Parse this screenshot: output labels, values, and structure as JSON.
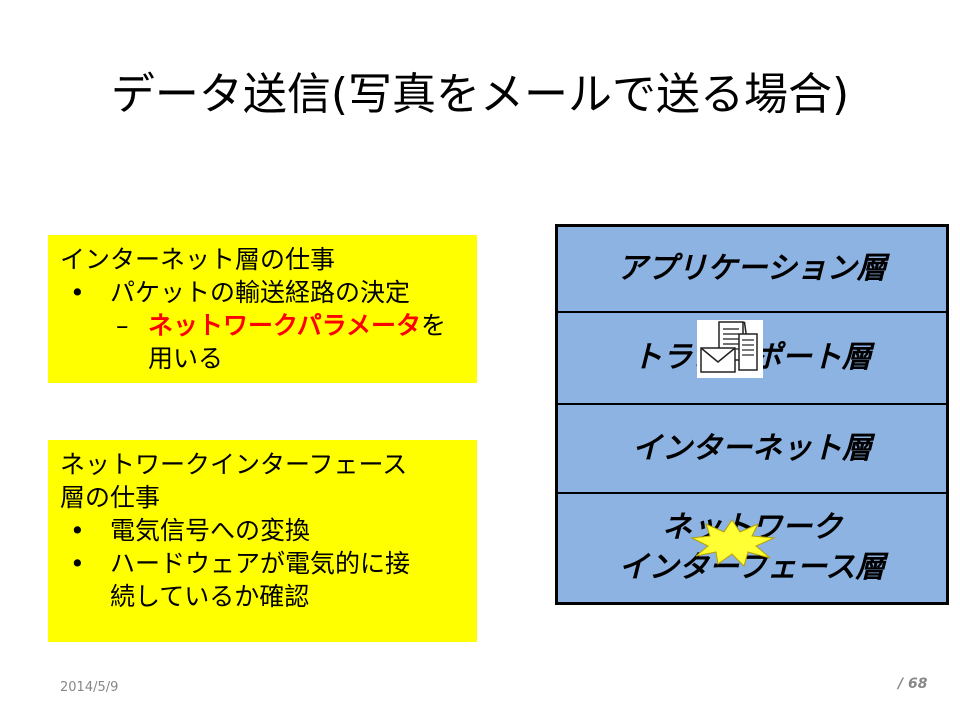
{
  "slide": {
    "title": "データ送信(写真をメールで送る場合)",
    "date": "2014/5/9",
    "page_number": "/ 68"
  },
  "internet_note": {
    "heading": "インターネット層の仕事",
    "bullet_glyph": "•",
    "bullet1": "パケットの輸送経路の決定",
    "sub_glyph": "–",
    "sub1_highlight": "ネットワークパラメータ",
    "sub1_rest": "を",
    "sub1_wrap": "用いる"
  },
  "nif_note": {
    "heading_line1": "ネットワークインターフェース",
    "heading_line2": "層の仕事",
    "bullet_glyph": "•",
    "bullet1": "電気信号への変換",
    "bullet2_line1": "ハードウェアが電気的に接",
    "bullet2_line2": "続しているか確認"
  },
  "layers": {
    "application": "アプリケーション層",
    "transport": "トランスポート層",
    "internet": "インターネット層",
    "network_if_line1": "ネットワーク",
    "network_if_line2": "インターフェース層"
  },
  "colors": {
    "note_background": "#ffff00",
    "layer_background": "#8db3e2",
    "highlight_text": "#ff0000"
  },
  "icons": {
    "document": "mail-document-icon",
    "burst": "explosion-burst-icon"
  }
}
